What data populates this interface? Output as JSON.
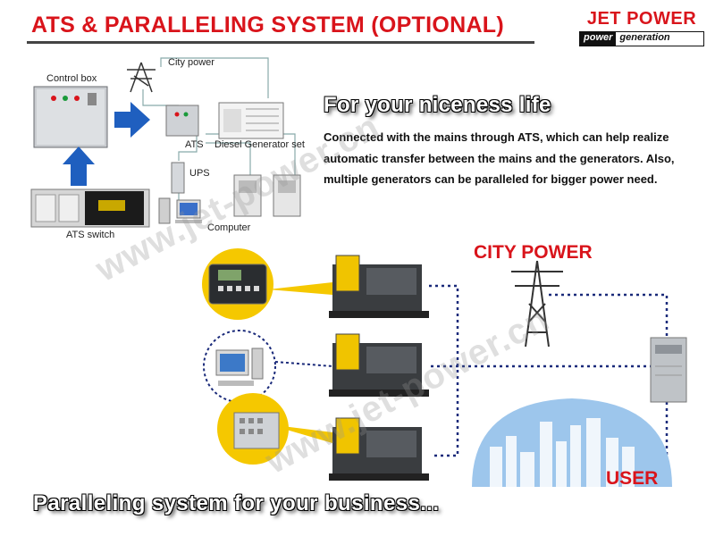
{
  "header": {
    "title": "ATS & PARALLELING SYSTEM (OPTIONAL)",
    "brand_name": "JET POWER",
    "brand_tag_a": "power",
    "brand_tag_b": "generation"
  },
  "ats_diagram": {
    "control_box_label": "Control box",
    "city_power_label": "City power",
    "ats_label": "ATS",
    "generator_label": "Diesel Generator set",
    "ups_label": "UPS",
    "ats_switch_label": "ATS switch",
    "computer_label": "Computer"
  },
  "intro": {
    "tagline": "For your niceness life",
    "description": "Connected with the mains through ATS, which can help realize automatic transfer between the mains and the generators. Also, multiple generators can be paralleled for bigger power need."
  },
  "paralleling": {
    "city_power_label": "CITY POWER",
    "user_label": "USER"
  },
  "watermark": {
    "text_1": "www.jet-power.cn",
    "text_2": "www.jet-power.cn"
  },
  "footer": {
    "slogan": "Paralleling system for your business..."
  },
  "colors": {
    "accent_red": "#d9141b",
    "arrow_blue": "#1f5fbf",
    "callout_yellow": "#f5c800",
    "connection_navy": "#1a2a7a",
    "sky_blue": "#9dc6ec"
  }
}
